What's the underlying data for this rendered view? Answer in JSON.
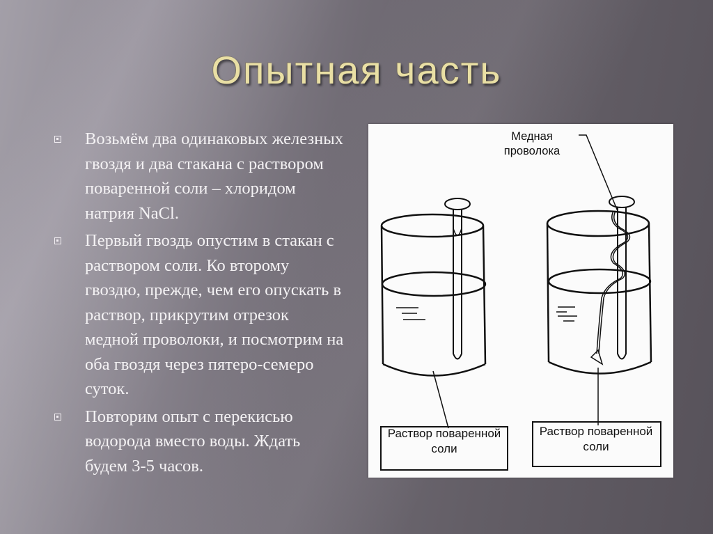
{
  "slide": {
    "title": "Опытная часть",
    "bullets": [
      {
        "icon": "square-bullet-icon",
        "text": "Возьмём два одинаковых железных гвоздя и два стакана с раствором поваренной соли – хлоридом натрия NaCl."
      },
      {
        "icon": "square-bullet-icon",
        "text": "Первый гвоздь опустим в стакан с раствором соли. Ко второму гвоздю, прежде, чем его опускать в раствор, прикрутим отрезок медной проволоки, и посмотрим на оба гвоздя через пятеро-семеро суток."
      },
      {
        "icon": "square-bullet-icon",
        "text": "Повторим  опыт с перекисью водорода вместо воды. Ждать будем 3-5 часов."
      }
    ],
    "colors": {
      "title": "#e9dfa4",
      "body_text": "#f4f2f4",
      "background_dark": "#57525a",
      "background_light": "#a39fa8",
      "figure_bg": "#fbfbfb"
    }
  },
  "figure": {
    "wire_label": "Медная проволока",
    "left_beaker_label": "Раствор поваренной соли",
    "right_beaker_label": "Раствор поваренной соли"
  }
}
